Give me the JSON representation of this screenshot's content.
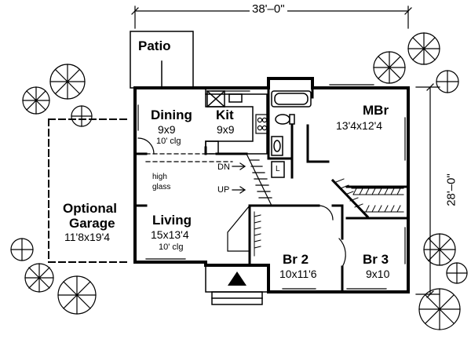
{
  "dimensions": {
    "width": "38'–0\"",
    "depth": "28'–0\""
  },
  "rooms": {
    "patio": {
      "name": "Patio"
    },
    "dining": {
      "name": "Dining",
      "size": "9x9",
      "note": "10' clg"
    },
    "kitchen": {
      "name": "Kit",
      "size": "9x9"
    },
    "master": {
      "name": "MBr",
      "size": "13'4x12'4"
    },
    "living": {
      "name": "Living",
      "size": "15x13'4",
      "note": "10' clg"
    },
    "garage": {
      "name_line1": "Optional",
      "name_line2": "Garage",
      "size": "11'8x19'4"
    },
    "br2": {
      "name": "Br 2",
      "size": "10x11'6"
    },
    "br3": {
      "name": "Br 3",
      "size": "9x10"
    }
  },
  "notes": {
    "high_glass_line1": "high",
    "high_glass_line2": "glass",
    "stair_down": "DN",
    "stair_up": "UP",
    "linen": "L"
  },
  "icons": [
    "tree-icon",
    "entry-arrow-icon",
    "bathtub-icon",
    "toilet-icon",
    "sink-icon",
    "range-icon",
    "stair-icon",
    "closet-shelf-icon"
  ]
}
